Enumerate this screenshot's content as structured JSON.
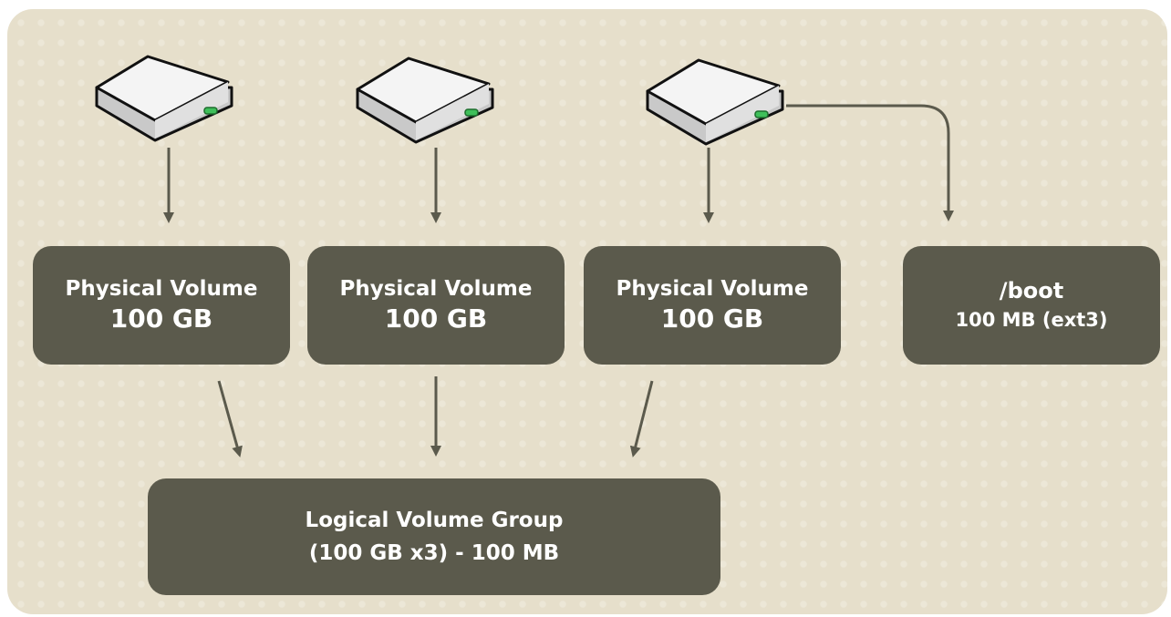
{
  "diagram": {
    "physical_volumes": [
      {
        "title": "Physical Volume",
        "size": "100 GB"
      },
      {
        "title": "Physical Volume",
        "size": "100 GB"
      },
      {
        "title": "Physical Volume",
        "size": "100 GB"
      }
    ],
    "boot": {
      "title": "/boot",
      "size": "100 MB (ext3)"
    },
    "volume_group": {
      "title": "Logical Volume Group",
      "size": "(100 GB x3) - 100 MB"
    },
    "colors": {
      "background": "#e6dfcb",
      "box_fill": "#5b5a4c",
      "box_text": "#ffffff",
      "arrow": "#5b5a4c",
      "disk_body": "#f2f2f2",
      "disk_led": "#3fbf5a"
    },
    "icons": [
      "hard-disk-icon",
      "arrow-icon"
    ]
  }
}
